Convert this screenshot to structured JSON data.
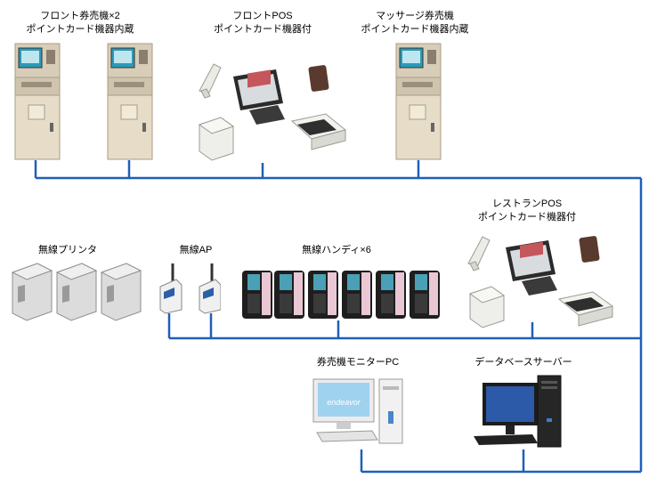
{
  "labels": {
    "front_kiosk": [
      "フロント券売機×2",
      "ポイントカード機器内蔵"
    ],
    "front_pos": [
      "フロントPOS",
      "ポイントカード機器付"
    ],
    "massage_kiosk": [
      "マッサージ券売機",
      "ポイントカード機器内蔵"
    ],
    "restaurant_pos": [
      "レストランPOS",
      "ポイントカード機器付"
    ],
    "wireless_printer": "無線プリンタ",
    "wireless_ap": "無線AP",
    "wireless_handy": "無線ハンディ×6",
    "monitor_pc": "券売機モニターPC",
    "db_server": "データベースサーバー"
  },
  "pc_brand": "endeavor",
  "colors": {
    "network_line": "#1f5fb8",
    "kiosk_body": "#e6dcc8",
    "screen": "#2a9bb8",
    "dark": "#2a2a2a"
  }
}
